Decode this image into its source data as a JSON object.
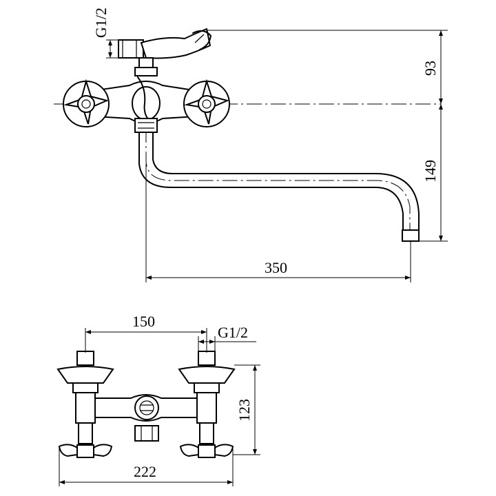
{
  "dimensions": {
    "top_g": "G1/2",
    "top_height_upper": "93",
    "top_height_lower": "149",
    "spout_reach": "350",
    "bottom_spacing": "150",
    "bottom_g": "G1/2",
    "bottom_height": "123",
    "bottom_width": "222"
  }
}
